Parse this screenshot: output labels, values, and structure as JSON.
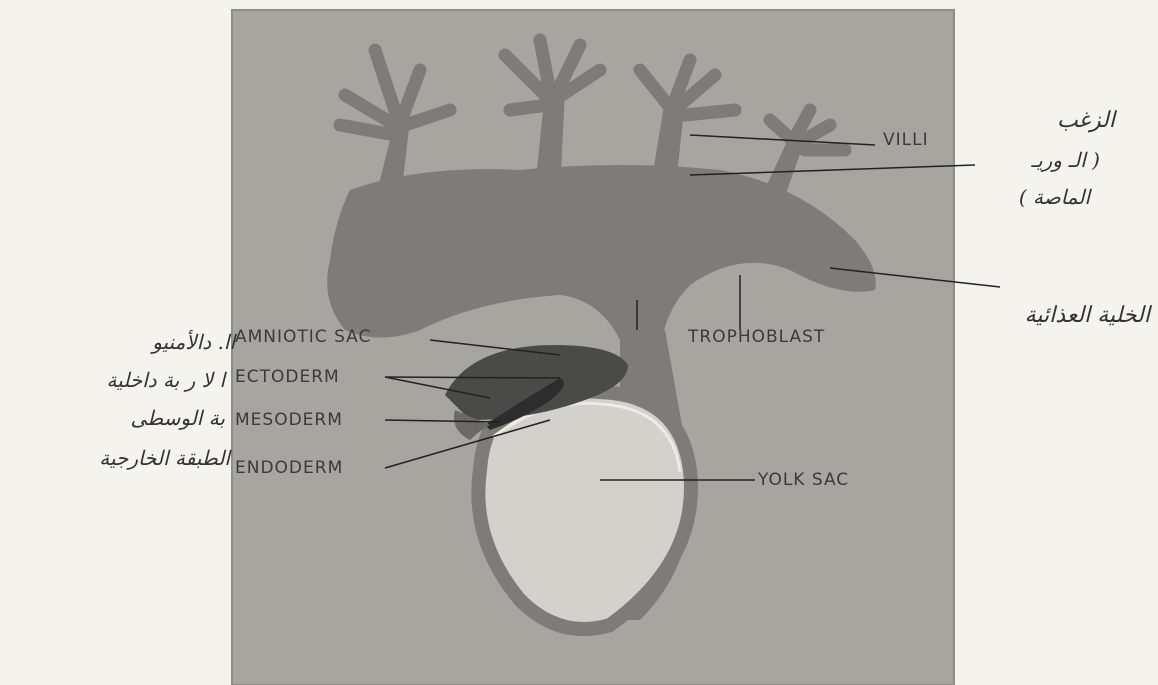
{
  "labels": {
    "villi": "VILLI",
    "amniotic_sac": "AMNIOTIC SAC",
    "trophoblast": "TROPHOBLAST",
    "ectoderm": "ECTODERM",
    "mesoderm": "MESODERM",
    "endoderm": "ENDODERM",
    "yolk_sac": "YOLK SAC"
  },
  "annotations": {
    "villi_ar_line1": "الزغب",
    "villi_ar_line2": "( الـ وريـ",
    "villi_ar_line3": "الماصة )",
    "trophoblast_ar": "الخلية العذائية",
    "amniotic_ar": "اا. دالأمنيو",
    "ectoderm_ar": "ا لا ر بة داخلية",
    "mesoderm_ar": "بة الوسطى",
    "endoderm_ar": "الطبقة الخارجية"
  },
  "colors": {
    "figure_bg": "#a6a5a0",
    "tissue": "#7d7c78",
    "pale": "#d2d1cb",
    "dark": "#2d2d2d",
    "page": "#f4f3ee"
  }
}
